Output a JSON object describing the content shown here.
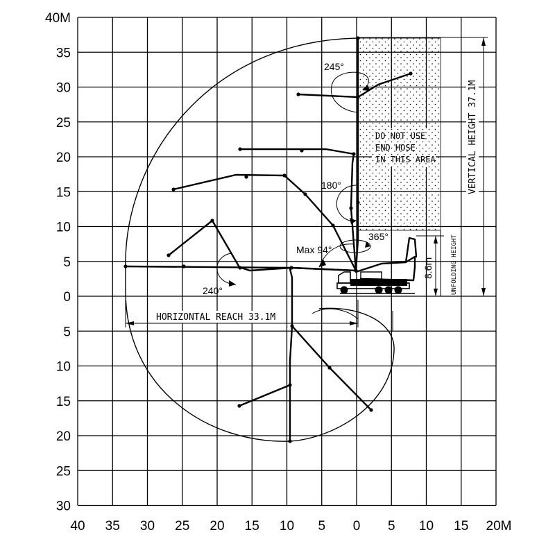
{
  "y_ticks": [
    "40M",
    "35",
    "30",
    "25",
    "20",
    "15",
    "10",
    "5",
    "0",
    "5",
    "10",
    "15",
    "20",
    "25",
    "30"
  ],
  "x_ticks": [
    "40",
    "35",
    "30",
    "25",
    "20",
    "15",
    "10",
    "5",
    "0",
    "5",
    "10",
    "15",
    "20M"
  ],
  "labels": {
    "angle_245": "245°",
    "angle_180": "180°",
    "angle_365": "365°",
    "max_angle": "Max 94°",
    "angle_240": "240°",
    "no_use_line1": "DO NOT USE",
    "no_use_line2": "END HOSE",
    "no_use_line3": "IN THIS AREA",
    "vertical_height": "VERTICAL HEIGHT 37.1M",
    "horizontal_reach": "HORIZONTAL REACH 33.1M",
    "unfolding_value": "8.6m",
    "unfolding_height": "UNFOLDING HEIGHT"
  },
  "colors": {
    "ink": "#000000",
    "background": "#ffffff"
  }
}
